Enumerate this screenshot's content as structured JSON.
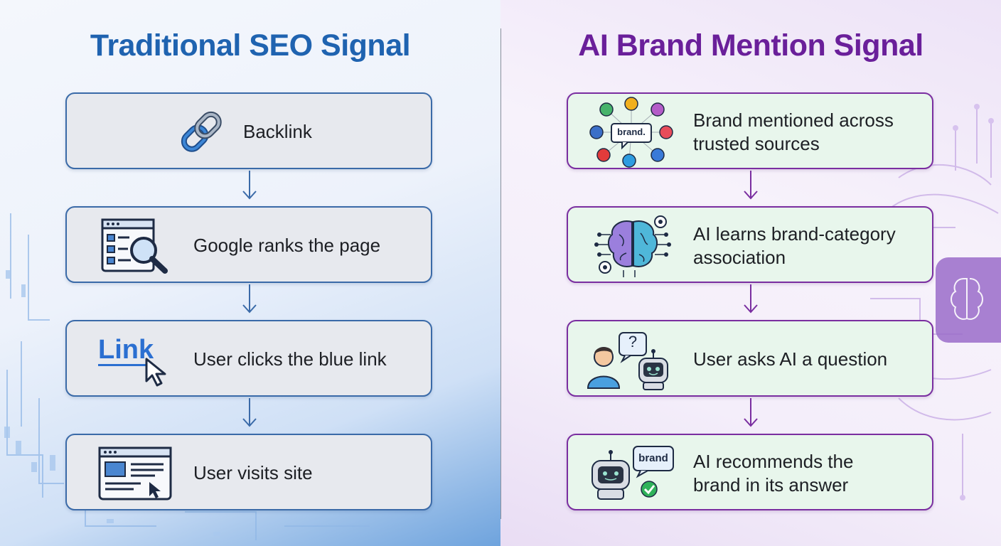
{
  "left_column": {
    "title": "Traditional SEO Signal",
    "steps": [
      {
        "label": "Backlink",
        "icon": "chain-link-icon"
      },
      {
        "label": "Google ranks the page",
        "icon": "ranked-page-magnifier-icon"
      },
      {
        "label": "User clicks the blue link",
        "icon": "link-cursor-icon",
        "icon_text": "Link"
      },
      {
        "label": "User visits site",
        "icon": "website-window-icon"
      }
    ]
  },
  "right_column": {
    "title": "AI Brand Mention Signal",
    "steps": [
      {
        "label_line1": "Brand mentioned across",
        "label_line2": "trusted sources",
        "icon": "brand-social-mentions-icon",
        "icon_text": "brand."
      },
      {
        "label_line1": "AI learns brand-category",
        "label_line2": "association",
        "icon": "ai-brain-icon"
      },
      {
        "label": "User asks AI a question",
        "icon": "user-asks-robot-icon",
        "icon_text": "?"
      },
      {
        "label_line1": "AI recommends the",
        "label_line2": "brand in its answer",
        "icon": "robot-recommends-brand-icon",
        "icon_text": "brand"
      }
    ]
  },
  "colors": {
    "left_accent": "#1f63b0",
    "right_accent": "#6a1f9a",
    "left_box_bg": "#e7e9ee",
    "right_box_bg": "#e8f6ec"
  }
}
